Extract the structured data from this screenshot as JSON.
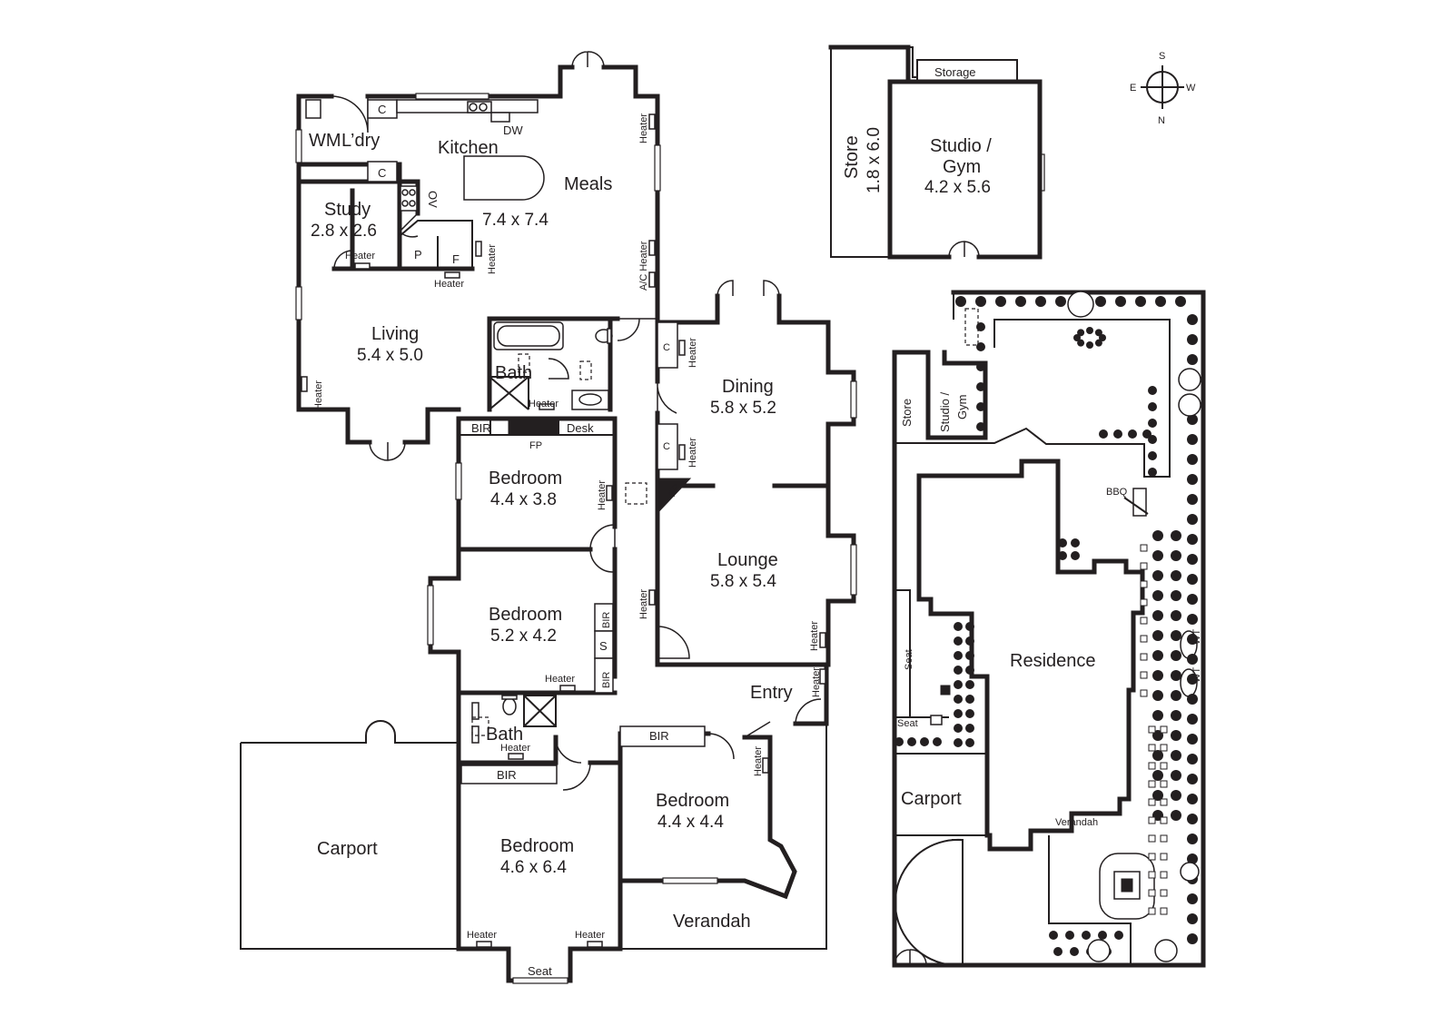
{
  "rooms": {
    "laundry": "L’dry",
    "wm": "WM",
    "kitchen": "Kitchen",
    "meals": "Meals",
    "kitchen_dims": "7.4 x 7.4",
    "dw": "DW",
    "ov": "OV",
    "c": "C",
    "p": "P",
    "f": "F",
    "study": "Study",
    "study_dims": "2.8 x 2.6",
    "living": "Living",
    "living_dims": "5.4 x 5.0",
    "bath": "Bath",
    "bir": "BIR",
    "desk": "Desk",
    "fp": "FP",
    "bedroom": "Bedroom",
    "bed1_dims": "4.4 x 3.8",
    "bed2_dims": "5.2 x 4.2",
    "bed3_dims": "4.6 x 6.4",
    "bed4_dims": "4.4 x 4.4",
    "s": "S",
    "dining": "Dining",
    "dining_dims": "5.8 x 5.2",
    "lounge": "Lounge",
    "lounge_dims": "5.8 x 5.4",
    "entry": "Entry",
    "verandah": "Verandah",
    "carport": "Carport",
    "seat": "Seat",
    "heater": "Heater",
    "ac_heater": "A/C Heater",
    "storage": "Storage",
    "store": "Store",
    "store_dims": "1.8 x 6.0",
    "studio_line1": "Studio /",
    "studio_line2": "Gym",
    "studio_dims": "4.2 x 5.6"
  },
  "site": {
    "store": "Store",
    "studio_line1": "Studio /",
    "studio_line2": "Gym",
    "bbq": "BBQ",
    "residence": "Residence",
    "wt": "WT",
    "seat": "Seat",
    "carport": "Carport",
    "verandah": "Verandah"
  },
  "compass": {
    "s": "S",
    "w": "W",
    "e": "E",
    "n": "N"
  }
}
